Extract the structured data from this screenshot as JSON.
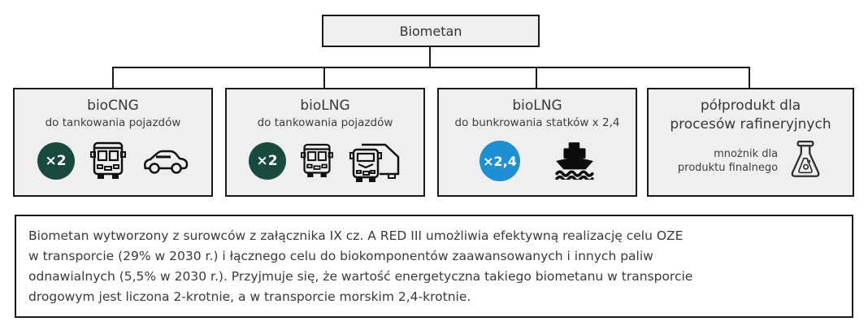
{
  "root": {
    "label": "Biometan"
  },
  "nodes": [
    {
      "title": "bioCNG",
      "subtitle": "do tankowania pojazdów",
      "multiplier": "×2",
      "multiplier_color": "#184A3F",
      "icons": [
        "bus-icon",
        "car-icon"
      ]
    },
    {
      "title": "bioLNG",
      "subtitle": "do tankowania pojazdów",
      "multiplier": "×2",
      "multiplier_color": "#184A3F",
      "icons": [
        "bus-icon",
        "truck-icon"
      ]
    },
    {
      "title": "bioLNG",
      "subtitle": "do bunkrowania statków x 2,4",
      "multiplier": "×2,4",
      "multiplier_color": "#1E8FD3",
      "icons": [
        "ship-icon"
      ]
    },
    {
      "title_line1": "półprodukt dla",
      "title_line2": "procesów rafineryjnych",
      "note_line1": "mnożnik dla",
      "note_line2": "produktu finalnego",
      "icons": [
        "flask-icon"
      ]
    }
  ],
  "footer": {
    "lines": [
      "Biometan wytworzony z surowców z załącznika IX cz. A RED III umożliwia efektywną realizację celu OZE",
      "w transporcie (29% w 2030 r.) i łącznego celu do biokomponentów zaawansowanych i innych paliw",
      "odnawialnych (5,5% w 2030 r.). Przyjmuje się, że wartość energetyczna takiego biometanu w transporcie",
      "drogowym jest liczona 2-krotnie, a w transporcie morskim 2,4-krotnie."
    ]
  },
  "colors": {
    "box_fill": "#EFEFEF",
    "border": "#1A1A1A",
    "green_badge": "#184A3F",
    "blue_badge": "#1E8FD3",
    "text": "#3A3A3A"
  }
}
